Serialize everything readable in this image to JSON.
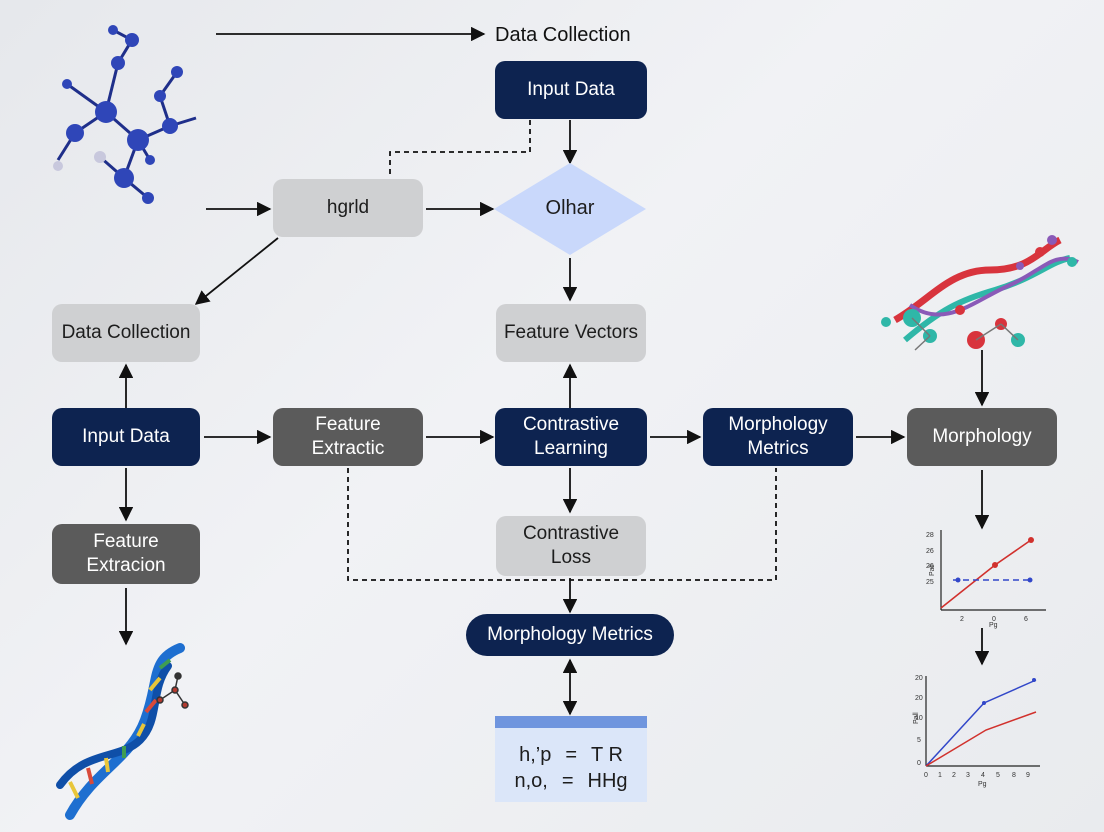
{
  "header": {
    "label": "Data Collection"
  },
  "nodes": {
    "top_input": "Input Data",
    "hgrld": "hgrld",
    "olhar": "Olhar",
    "left_data_collection": "Data Collection",
    "feature_vectors": "Feature Vectors",
    "left_input": "Input Data",
    "feature_extractic": "Feature Extractic",
    "contrastive_learning": "Contrastive Learning",
    "morphology_metrics_right": "Morphology Metrics",
    "morphology": "Morphology",
    "feature_extracion": "Feature Extracion",
    "contrastive_loss": "Contrastive Loss",
    "morphology_metrics_bottom": "Morphology Metrics"
  },
  "formula": {
    "rows": [
      {
        "lhs": "h,’p",
        "op": "=",
        "rhs": "T  R"
      },
      {
        "lhs": "n,o,",
        "op": "=",
        "rhs": "HHg"
      }
    ]
  },
  "mini_chart_1": {
    "xticks": [
      "2",
      "0",
      "6"
    ],
    "xlabel": "Pg",
    "ylabel": "Pall",
    "yticks": [
      "28",
      "26",
      "26",
      "25"
    ]
  },
  "mini_chart_2": {
    "xticks": [
      "0",
      "1",
      "2",
      "3",
      "4",
      "5",
      "8",
      "9"
    ],
    "xlabel": "Pg",
    "ylabel": "Pall",
    "yticks": [
      "20",
      "20",
      "10",
      "5",
      "0"
    ]
  },
  "colors": {
    "dark_node": "#0d2350",
    "mid_node": "#5b5b5b",
    "light_node": "#cfd0d2",
    "diamond": "#c9d8fb",
    "molecule": "#2f46b8",
    "dna_blue": "#1e6fd0",
    "chart_red": "#d1312d",
    "chart_blue": "#3247c9"
  },
  "icons": [
    "molecule-icon",
    "dna-helix-icon",
    "colored-dna-molecule-icon",
    "line-chart-icon"
  ]
}
